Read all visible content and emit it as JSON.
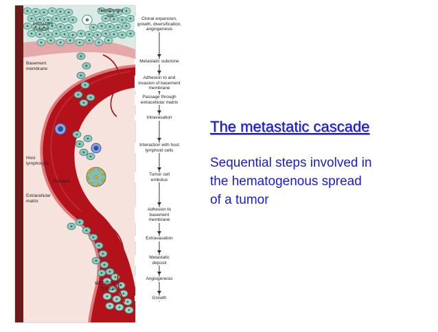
{
  "slide": {
    "title": "The metastatic cascade",
    "subtitle_lines": [
      "Sequential steps involved in",
      "the hematogenous spread",
      "of a tumor"
    ]
  },
  "figure": {
    "region_labels": {
      "primary_tumor": [
        "PRIMARY",
        "TUMOR"
      ],
      "transformed_cell": [
        "Transformed",
        "cell"
      ],
      "basement_membrane": [
        "Basement",
        "membrane"
      ],
      "host_lymphocyte": [
        "Host",
        "lymphocyte"
      ],
      "platelets": "Platelets",
      "extracellular_matrix": [
        "Extracellular",
        "matrix"
      ],
      "metastatic_tumor": [
        "METASTATIC",
        "TUMOR"
      ]
    },
    "steps": [
      [
        "Clonal expansion,",
        "growth, diversification,",
        "angiogenesis"
      ],
      [
        "Metastatic subclone"
      ],
      [
        "Adhesion to and",
        "invasion of basement",
        "membrane"
      ],
      [
        "Passage through",
        "extracellular matrix"
      ],
      [
        "Intravasation"
      ],
      [
        "Interaction with host",
        "lymphoid cells"
      ],
      [
        "Tumor cell",
        "embolus"
      ],
      [
        "Adhesion to",
        "basement",
        "membrane"
      ],
      [
        "Extravasation"
      ],
      [
        "Metastatic",
        "deposit"
      ],
      [
        "Angiogenesis"
      ],
      [
        "Growth"
      ]
    ]
  },
  "colors": {
    "title": "#1414d2",
    "subtitle": "#1a1ad0",
    "vessel": "#b3121b",
    "tissue": "#f3d9d3",
    "tumor_cells": "#8cc7be"
  }
}
